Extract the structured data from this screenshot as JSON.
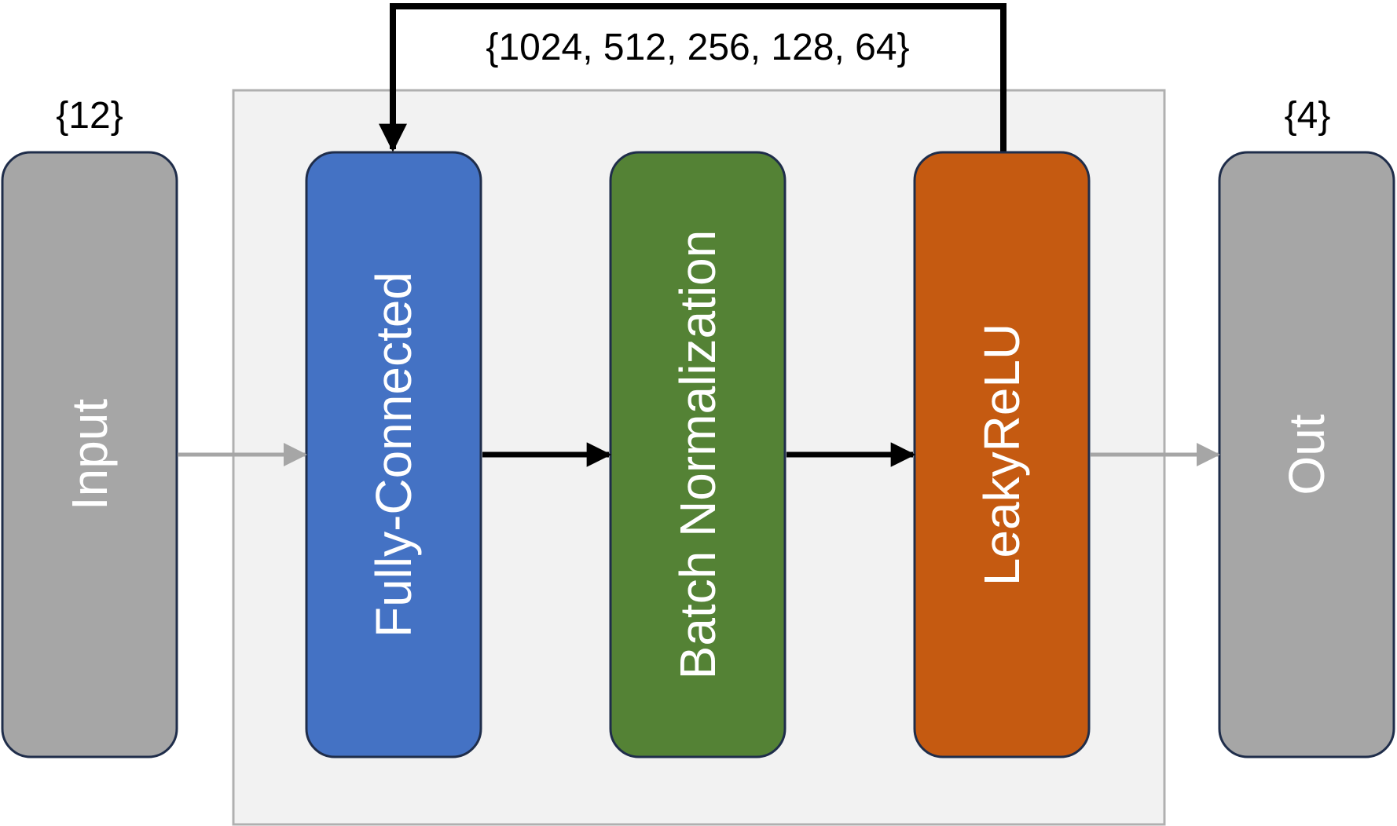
{
  "diagram": {
    "input_dim": "{12}",
    "output_dim": "{4}",
    "loop_dims": "{1024, 512, 256, 128, 64}",
    "blocks": {
      "input": {
        "label": "Input",
        "color": "#a6a6a6"
      },
      "fully_connected": {
        "label": "Fully-Connected",
        "color": "#4472c4"
      },
      "batch_norm": {
        "label": "Batch Normalization",
        "color": "#548235"
      },
      "leaky_relu": {
        "label": "LeakyReLU",
        "color": "#c55a11"
      },
      "out": {
        "label": "Out",
        "color": "#a6a6a6"
      }
    },
    "colors": {
      "block_border": "#1f2d4a",
      "container_fill": "#f2f2f2",
      "container_border": "#b0b0b0",
      "gray_arrow": "#a6a6a6",
      "black_arrow": "#000000"
    }
  }
}
